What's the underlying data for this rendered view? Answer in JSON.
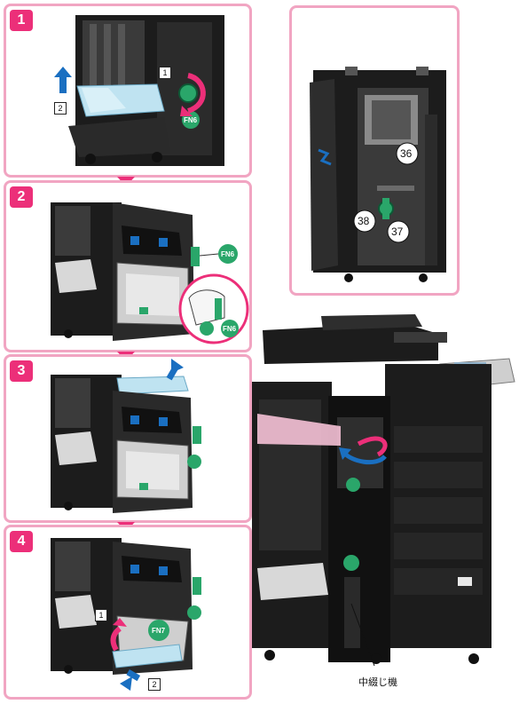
{
  "steps": [
    {
      "number": "1",
      "substeps": [
        "1",
        "2"
      ],
      "fn_label": "FN6"
    },
    {
      "number": "2",
      "fn_labels": [
        "FN6",
        "FN6"
      ]
    },
    {
      "number": "3"
    },
    {
      "number": "4",
      "substeps": [
        "1",
        "2"
      ],
      "fn_label": "FN7"
    }
  ],
  "inset": {
    "callouts": [
      "36",
      "37",
      "38"
    ]
  },
  "main": {
    "caption": "中綴じ機"
  },
  "colors": {
    "accent": "#ec2f79",
    "frame": "#f1a5c2",
    "arrow": "#1a6fc1",
    "machine": "#1c1c1c",
    "handle": "#2aa66a"
  }
}
